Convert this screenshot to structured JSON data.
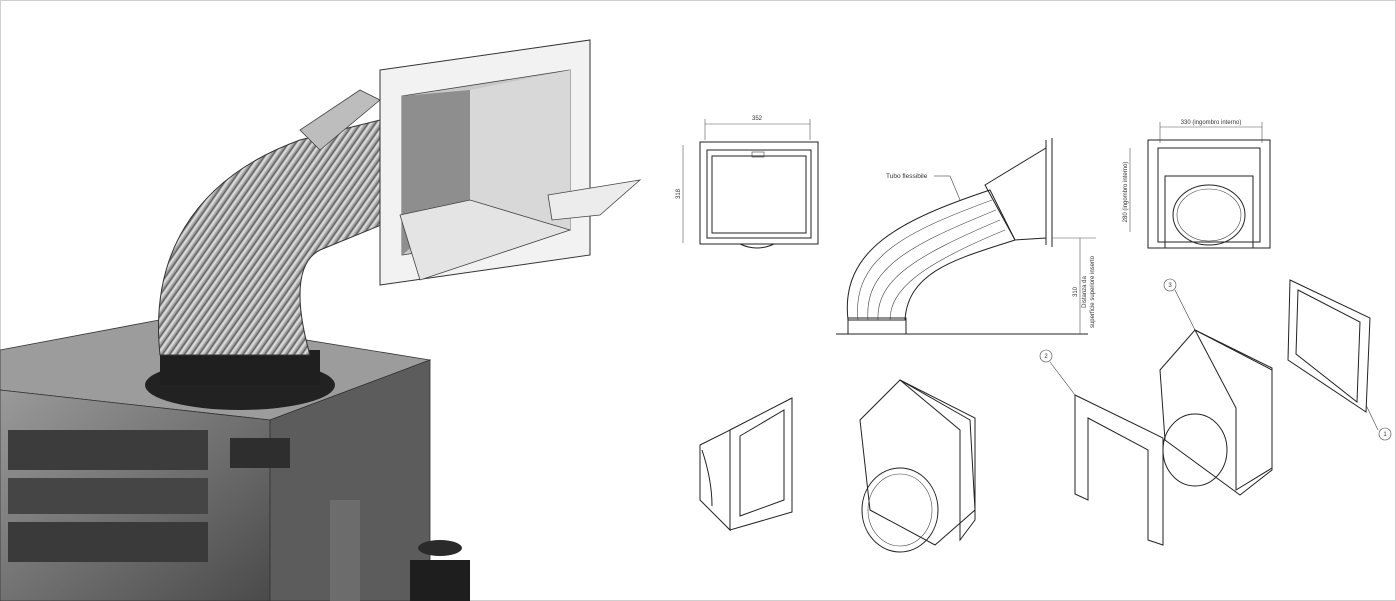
{
  "render": {
    "name": "fireplace-insert-duct-render"
  },
  "drawings": {
    "front_view": {
      "width_label": "352",
      "height_label": "318"
    },
    "side_view": {
      "hose_label": "Tubo flessibile",
      "distance_value": "310",
      "distance_line1": "Distanza da",
      "distance_line2": "superficie superiore inserto"
    },
    "rear_view": {
      "width_label": "330 (ingombro interno)",
      "height_label": "280 (ingombro interno)"
    },
    "callouts": {
      "c2": "2",
      "c3": "3",
      "c1": "1"
    }
  },
  "colors": {
    "line": "#222222",
    "background": "#ffffff",
    "steel_dark": "#4a4a4a"
  }
}
